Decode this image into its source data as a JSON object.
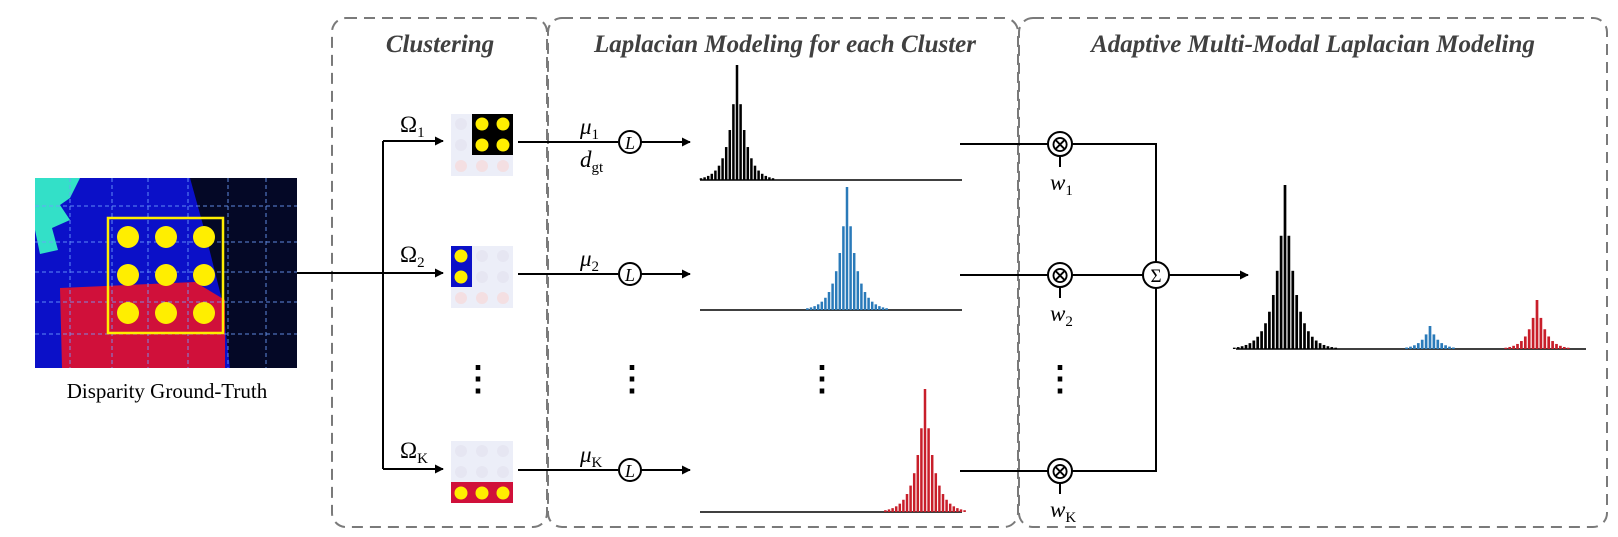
{
  "sections": {
    "clustering": "Clustering",
    "laplacian_each": "Laplacian Modeling for each Cluster",
    "adaptive": "Adaptive Multi-Modal Laplacian Modeling"
  },
  "input_caption": "Disparity Ground-Truth",
  "clusters": [
    {
      "omega": "Ω",
      "omega_sub": "1",
      "mu": "μ",
      "mu_sub": "1",
      "weight": "w",
      "weight_sub": "1",
      "color": "#000000"
    },
    {
      "omega": "Ω",
      "omega_sub": "2",
      "mu": "μ",
      "mu_sub": "2",
      "weight": "w",
      "weight_sub": "2",
      "color": "#2a7ab9"
    },
    {
      "omega": "Ω",
      "omega_sub": "K",
      "mu": "μ",
      "mu_sub": "K",
      "weight": "w",
      "weight_sub": "K",
      "color": "#c81e2a"
    }
  ],
  "gt_label": {
    "base": "d",
    "sub": "gt"
  },
  "laplace_symbol": "L",
  "multiply_symbol": "⊗",
  "sum_symbol": "Σ",
  "ellipsis": "⋮",
  "colors": {
    "dash": "#7a7a7a",
    "dark_blue": "#0b10c8",
    "navy": "#040826",
    "red": "#d0103a",
    "cyan": "#33e0c8",
    "yellow": "#ffee00",
    "black_bar": "#000000",
    "blue_bar": "#2a7ab9",
    "red_bar": "#c81e2a"
  }
}
